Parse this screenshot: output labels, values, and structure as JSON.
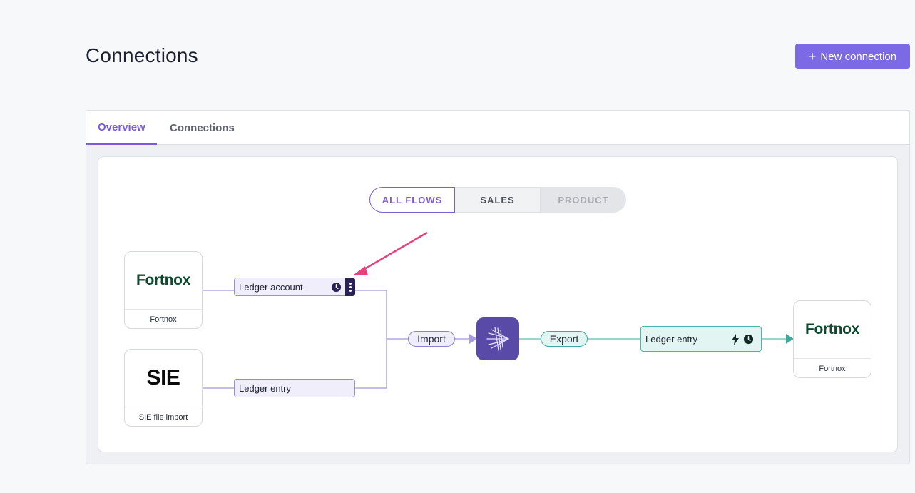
{
  "header": {
    "title": "Connections",
    "new_connection_label": "New connection",
    "new_connection_icon": "plus-icon"
  },
  "tabs": [
    {
      "label": "Overview",
      "active": true
    },
    {
      "label": "Connections",
      "active": false
    }
  ],
  "filters": [
    {
      "label": "ALL FLOWS",
      "state": "selected"
    },
    {
      "label": "SALES",
      "state": "normal"
    },
    {
      "label": "PRODUCT",
      "state": "disabled"
    }
  ],
  "flow": {
    "sources": [
      {
        "logo_text": "Fortnox",
        "caption": "Fortnox"
      },
      {
        "logo_text": "SIE",
        "caption": "SIE file import"
      }
    ],
    "source_entities": [
      {
        "label": "Ledger account",
        "icons": [
          "clock-icon"
        ],
        "has_menu": true
      },
      {
        "label": "Ledger entry",
        "icons": [],
        "has_menu": false
      }
    ],
    "import_label": "Import",
    "export_label": "Export",
    "hub_icon": "hub-logo-icon",
    "target_entity": {
      "label": "Ledger entry",
      "icons": [
        "lightning-icon",
        "clock-icon"
      ]
    },
    "target": {
      "logo_text": "Fortnox",
      "caption": "Fortnox"
    }
  },
  "colors": {
    "accent": "#7c69e6",
    "tab_active": "#7c5bd6",
    "import_line": "#8b7fcf",
    "export_line": "#3ea99f",
    "hub": "#5a4aa8",
    "fortnox_green": "#0d4a2f",
    "annotation_arrow": "#e8407a"
  }
}
